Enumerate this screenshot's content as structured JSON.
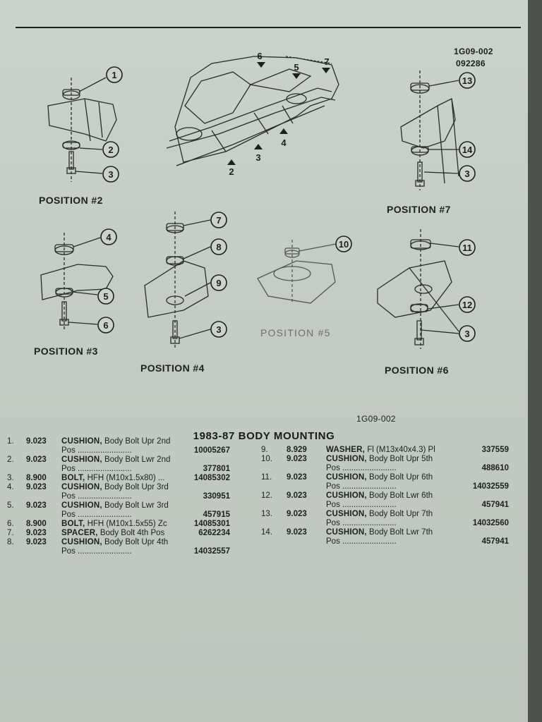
{
  "refs": {
    "code_top": "1G09-002",
    "date_code": "092286",
    "code_bottom": "1G09-002"
  },
  "captions": {
    "position2": "POSITION #2",
    "position3": "POSITION #3",
    "position4": "POSITION #4",
    "position5": "POSITION #5",
    "position6": "POSITION #6",
    "position7": "POSITION #7"
  },
  "callouts": [
    "1",
    "2",
    "3",
    "4",
    "5",
    "6",
    "7",
    "8",
    "9",
    "10",
    "11",
    "12",
    "13",
    "14"
  ],
  "frame_labels": [
    "2",
    "3",
    "4",
    "5",
    "6",
    "7"
  ],
  "parts_list": {
    "title": "1983-87 BODY MOUNTING",
    "left": [
      {
        "num": "1.",
        "group": "9.023",
        "name": "CUSHION,",
        "desc": "Body Bolt Upr 2nd",
        "cont": "Pos ........................",
        "pn": "10005267"
      },
      {
        "num": "2.",
        "group": "9.023",
        "name": "CUSHION,",
        "desc": "Body Bolt Lwr 2nd",
        "cont": "Pos ........................",
        "pn": "377801"
      },
      {
        "num": "3.",
        "group": "8.900",
        "name": "BOLT,",
        "desc": "HFH (M10x1.5x80) ...",
        "pn": "14085302"
      },
      {
        "num": "4.",
        "group": "9.023",
        "name": "CUSHION,",
        "desc": "Body Bolt Upr 3rd",
        "cont": "Pos ........................",
        "pn": "330951"
      },
      {
        "num": "5.",
        "group": "9.023",
        "name": "CUSHION,",
        "desc": "Body Bolt Lwr 3rd",
        "cont": "Pos ........................",
        "pn": "457915"
      },
      {
        "num": "6.",
        "group": "8.900",
        "name": "BOLT,",
        "desc": "HFH (M10x1.5x55) Zc",
        "pn": "14085301"
      },
      {
        "num": "7.",
        "group": "9.023",
        "name": "SPACER,",
        "desc": "Body Bolt 4th Pos",
        "pn": "6262234"
      },
      {
        "num": "8.",
        "group": "9.023",
        "name": "CUSHION,",
        "desc": "Body Bolt Upr 4th",
        "cont": "Pos ........................",
        "pn": "14032557"
      }
    ],
    "right": [
      {
        "num": "9.",
        "group": "8.929",
        "name": "WASHER,",
        "desc": "Fl (M13x40x4.3) Pl",
        "pn": "337559"
      },
      {
        "num": "10.",
        "group": "9.023",
        "name": "CUSHION,",
        "desc": "Body Bolt Upr 5th",
        "cont": "Pos ........................",
        "pn": "488610"
      },
      {
        "num": "11.",
        "group": "9.023",
        "name": "CUSHION,",
        "desc": "Body Bolt Upr 6th",
        "cont": "Pos ........................",
        "pn": "14032559"
      },
      {
        "num": "12.",
        "group": "9.023",
        "name": "CUSHION,",
        "desc": "Body Bolt Lwr 6th",
        "cont": "Pos ........................",
        "pn": "457941"
      },
      {
        "num": "13.",
        "group": "9.023",
        "name": "CUSHION,",
        "desc": "Body Bolt Upr 7th",
        "cont": "Pos ........................",
        "pn": "14032560"
      },
      {
        "num": "14.",
        "group": "9.023",
        "name": "CUSHION,",
        "desc": "Body Bolt Lwr 7th",
        "cont": "Pos ........................",
        "pn": "457941"
      }
    ]
  }
}
